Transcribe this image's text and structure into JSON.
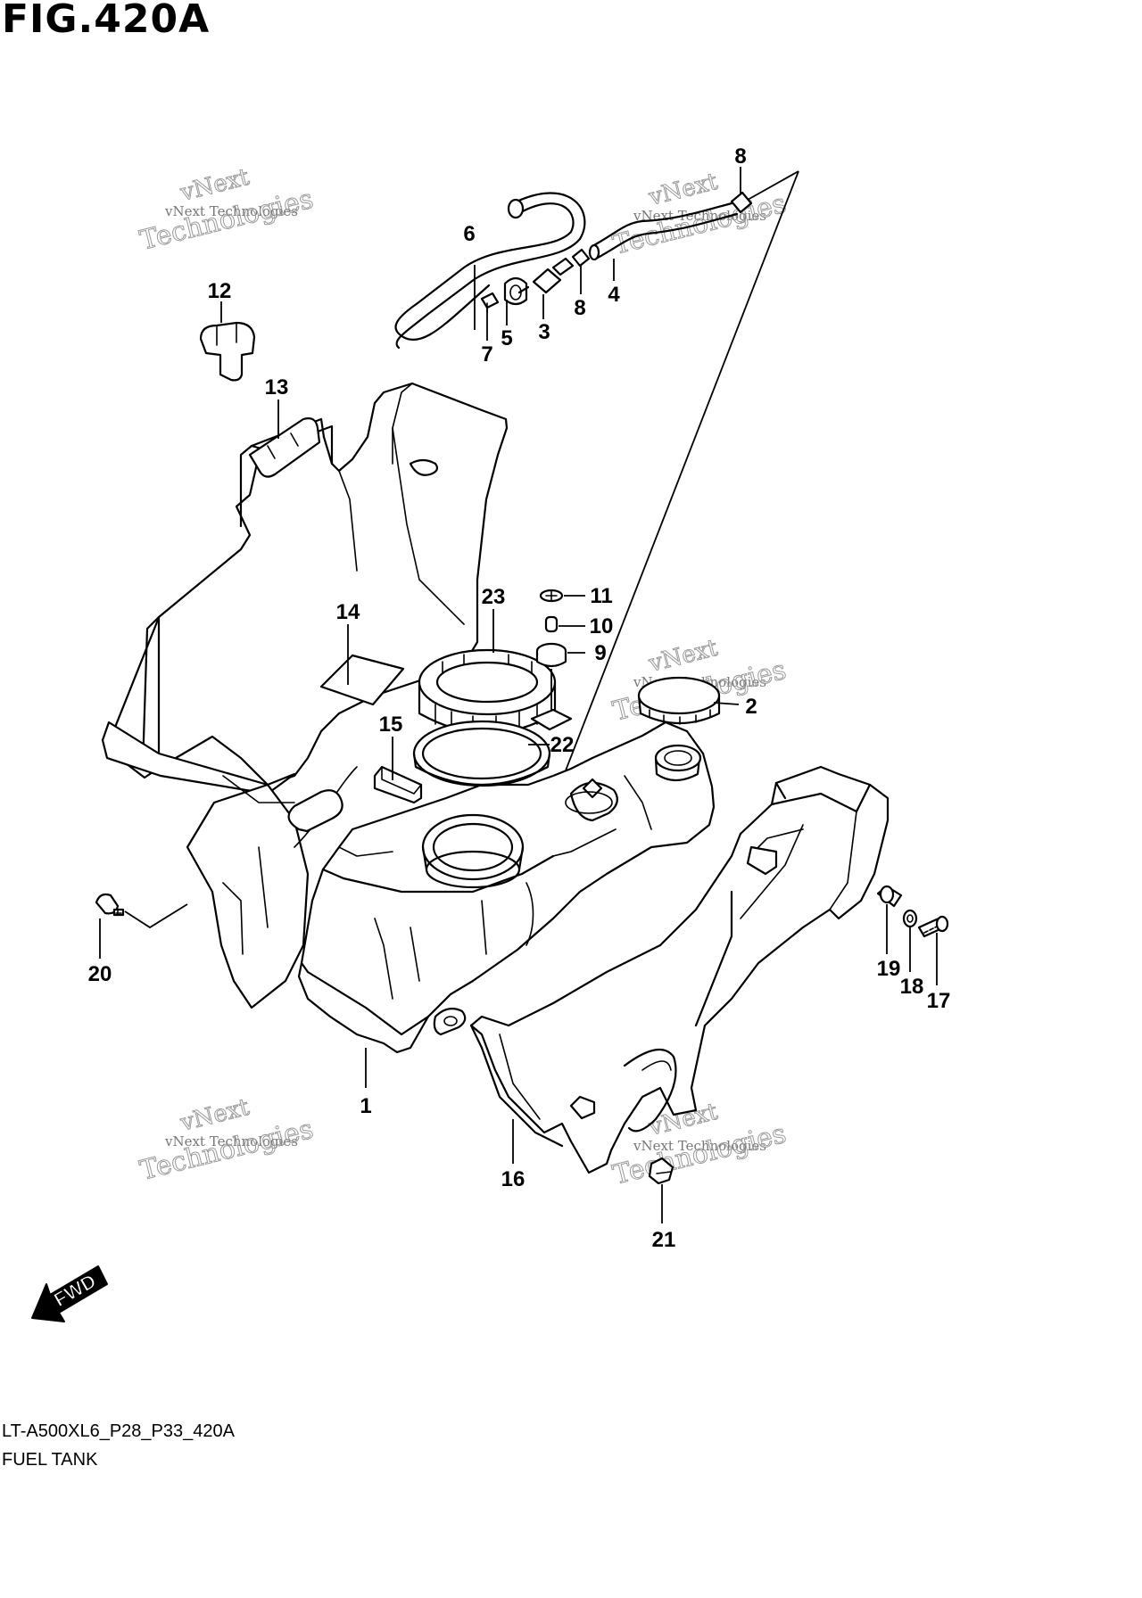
{
  "figure_title": "FIG.420A",
  "footer": {
    "code": "LT-A500XL6_P28_P33_420A",
    "name": "FUEL TANK"
  },
  "watermark": {
    "line1": "vNext Technologies",
    "line2": "vNext",
    "line3": "Technologies"
  },
  "fwd_label": "FWD",
  "callouts": [
    "1",
    "2",
    "3",
    "4",
    "5",
    "6",
    "7",
    "8",
    "8",
    "9",
    "10",
    "11",
    "12",
    "13",
    "14",
    "15",
    "16",
    "17",
    "18",
    "19",
    "20",
    "21",
    "22",
    "23"
  ]
}
